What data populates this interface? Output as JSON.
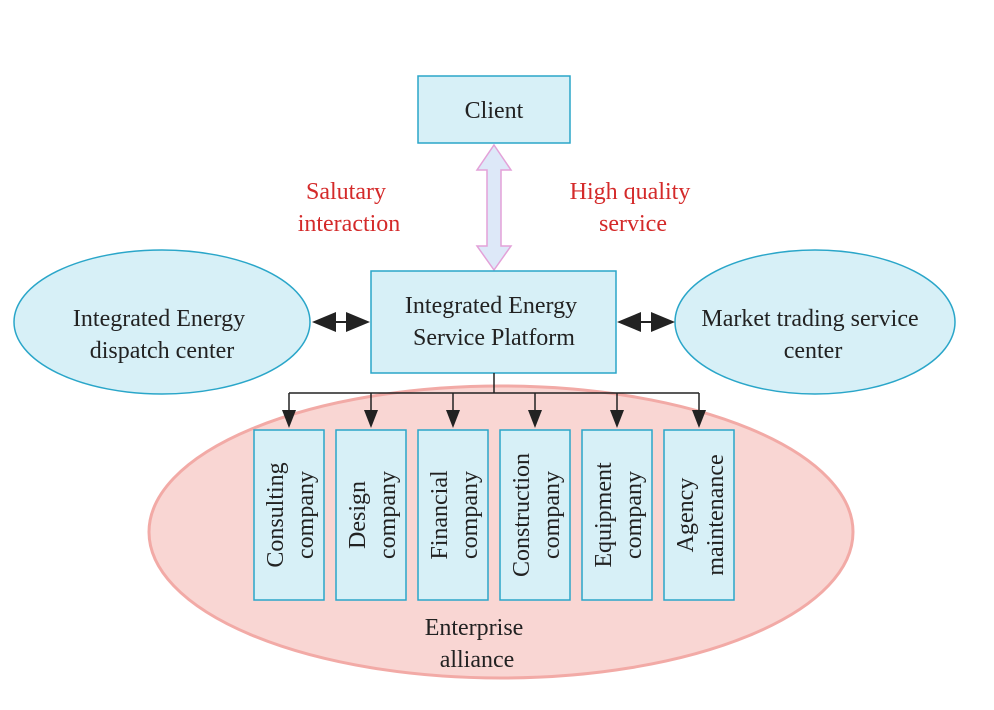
{
  "colors": {
    "box_fill": "#d7f0f7",
    "box_stroke": "#2aa6c9",
    "alliance_fill": "#f9d6d3",
    "alliance_stroke": "#f2aaa6",
    "label_red": "#d42a2a",
    "text": "#222222",
    "arrow": "#222222",
    "double_arrow_fill": "#dde8f8",
    "double_arrow_stroke": "#e3a1d8"
  },
  "client": {
    "label": "Client"
  },
  "annotations": {
    "salutary": [
      "Salutary",
      "interaction"
    ],
    "high_quality": [
      "High quality",
      "service"
    ]
  },
  "platform": {
    "lines": [
      "Integrated Energy",
      "Service Platform"
    ]
  },
  "dispatch_center": {
    "lines": [
      "Integrated Energy",
      "dispatch center"
    ]
  },
  "market_center": {
    "lines": [
      "Market trading service",
      "center"
    ]
  },
  "alliance": {
    "label_lines": [
      "Enterprise",
      "alliance"
    ],
    "companies": [
      {
        "lines": [
          "Consulting",
          "company"
        ]
      },
      {
        "lines": [
          "Design",
          "company"
        ]
      },
      {
        "lines": [
          "Financial",
          "company"
        ]
      },
      {
        "lines": [
          "Construction",
          "company"
        ]
      },
      {
        "lines": [
          "Equipment",
          "company"
        ]
      },
      {
        "lines": [
          "Agency",
          "maintenance"
        ]
      }
    ]
  }
}
